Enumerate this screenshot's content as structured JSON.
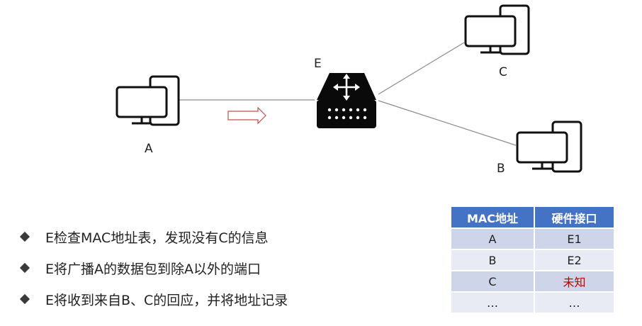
{
  "nodes": {
    "a": {
      "label": "A"
    },
    "b": {
      "label": "B"
    },
    "c": {
      "label": "C"
    },
    "e": {
      "label": "E"
    }
  },
  "bullets": [
    {
      "text": "E检查MAC地址表，发现没有C的信息"
    },
    {
      "text": "E将广播A的数据包到除A以外的端口"
    },
    {
      "text": "E将收到来自B、C的回应，并将地址记录"
    }
  ],
  "table": {
    "headers": [
      "MAC地址",
      "硬件接口"
    ],
    "rows": [
      [
        "A",
        "E1"
      ],
      [
        "B",
        "E2"
      ],
      [
        "C",
        "未知"
      ],
      [
        "…",
        "…"
      ]
    ]
  },
  "colors": {
    "table_header": "#4472c4",
    "unknown_text": "#c00000",
    "arrow": "#c0504d"
  }
}
